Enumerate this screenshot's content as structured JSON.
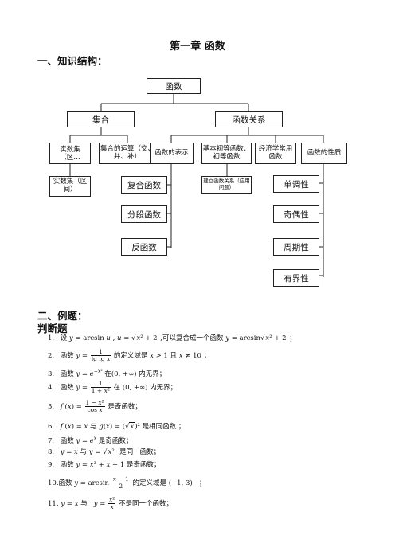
{
  "title": "第一章 函数",
  "section1": "一、知识结构：",
  "section2": "二、例题：",
  "subsection": "判断题",
  "diagram": {
    "root": "函数",
    "level1": [
      "集合",
      "函数关系"
    ],
    "level2": [
      "实数集（区…",
      "集合的运算（交、并、补）",
      "函数的表示",
      "基本初等函数、初等函数",
      "经济学常用函数",
      "函数的性质"
    ],
    "real_set": "实数集（区间）",
    "representation_children": [
      "复合函数",
      "分段函数",
      "反函数"
    ],
    "modeling": "建立函数关系（应用问题）",
    "properties_children": [
      "单调性",
      "奇偶性",
      "周期性",
      "有界性"
    ]
  },
  "exercises": [
    {
      "n": "1.",
      "t1": "设",
      "t2": ",可以复合成一个函数",
      "t3": "；"
    },
    {
      "n": "2.",
      "t1": "函数",
      "t2": "的定义域是",
      "t3": "且",
      "t4": "；"
    },
    {
      "n": "3.",
      "t1": "函数",
      "t2": "在",
      "t3": "内无界；"
    },
    {
      "n": "4.",
      "t1": "函数",
      "t2": "在",
      "t3": "内无界；"
    },
    {
      "n": "5.",
      "t2": "是奇函数；"
    },
    {
      "n": "6.",
      "t2": "与",
      "t3": "是相同函数 ；"
    },
    {
      "n": "7.",
      "t1": "函数",
      "t2": "是奇函数；"
    },
    {
      "n": "8.",
      "t2": "与",
      "t3": "是同一函数；"
    },
    {
      "n": "9.",
      "t1": "函数",
      "t2": "是奇函数；"
    },
    {
      "n": "10.",
      "t1": "函数",
      "t2": "的定义域是",
      "t3": "；"
    },
    {
      "n": "11.",
      "t2": "与",
      "t3": "不是同一个函数；"
    }
  ]
}
